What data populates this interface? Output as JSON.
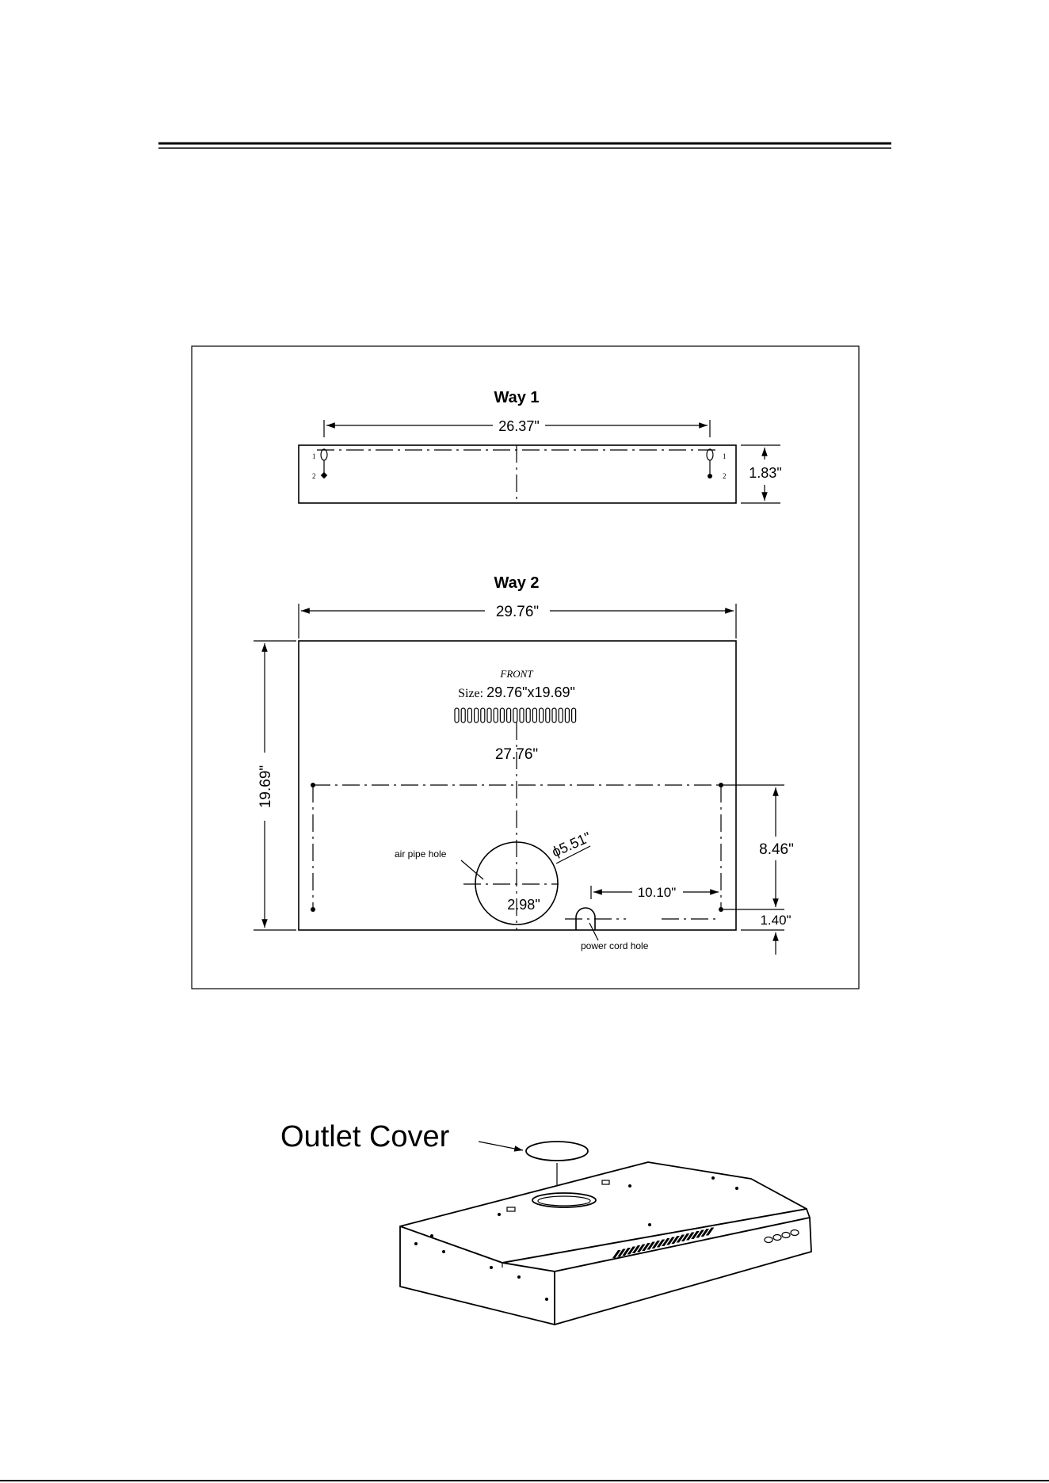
{
  "way1": {
    "title": "Way 1",
    "width": "26.37\"",
    "height": "1.83\"",
    "hole_label_1": "1",
    "hole_label_2": "2"
  },
  "way2": {
    "title": "Way 2",
    "width": "29.76\"",
    "height": "19.69\"",
    "front": "FRONT",
    "size_prefix": "Size:",
    "size_value": "29.76\"x19.69\"",
    "inner_width": "27.76\"",
    "right_height": "8.46\"",
    "hole_diameter": "ϕ5.51\"",
    "hole_offset": "2.98\"",
    "cord_offset": "10.10\"",
    "bottom_offset": "1.40\"",
    "air_pipe_hole": "air pipe hole",
    "power_cord_hole": "power cord hole"
  },
  "outlet_cover_label": "Outlet Cover"
}
